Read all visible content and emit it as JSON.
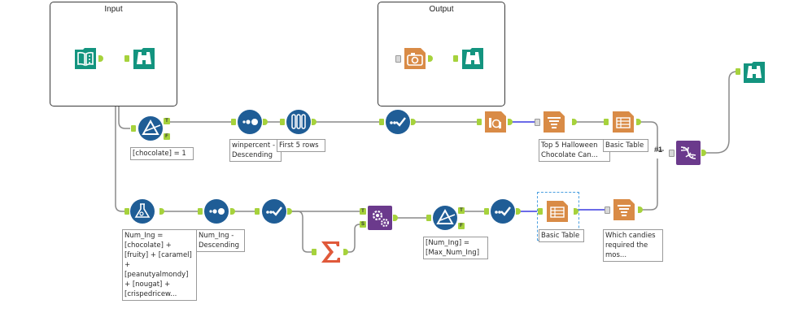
{
  "containers": {
    "input": {
      "title": "Input"
    },
    "output": {
      "title": "Output"
    }
  },
  "tools": {
    "input_data": {
      "type": "input-data",
      "color": "#13947f"
    },
    "browse_1": {
      "type": "browse",
      "color": "#13947f"
    },
    "filter_1": {
      "type": "filter",
      "color": "#1f5d96",
      "annotation": "[chocolate] = 1",
      "anchors": [
        "T",
        "F"
      ]
    },
    "sort_1": {
      "type": "sort",
      "color": "#1f5d96",
      "annotation": "winpercent -\nDescending"
    },
    "sample_1": {
      "type": "sample",
      "color": "#1f5d96",
      "annotation": "First 5 rows"
    },
    "select_1": {
      "type": "select",
      "color": "#1f5d96"
    },
    "image_1": {
      "type": "image",
      "color": "#d98b46"
    },
    "browse_2": {
      "type": "browse",
      "color": "#13947f"
    },
    "chart_1": {
      "type": "interactive-chart",
      "color": "#d98b46"
    },
    "text_1": {
      "type": "report-text",
      "color": "#d98b46",
      "annotation": "Top 5 Halloween\nChocolate Can..."
    },
    "table_1": {
      "type": "table",
      "color": "#d98b46",
      "annotation": "Basic Table"
    },
    "union_label": "#1",
    "layout_1": {
      "type": "layout",
      "color": "#6b3a8c"
    },
    "browse_3": {
      "type": "browse",
      "color": "#13947f"
    },
    "formula_1": {
      "type": "formula",
      "color": "#1f5d96",
      "annotation": "Num_Ing =\n[chocolate] +\n[fruity] + [caramel]\n+\n[peanutyalmondy]\n+ [nougat] +\n[crispedricew..."
    },
    "sort_2": {
      "type": "sort",
      "color": "#1f5d96",
      "annotation": "Num_Ing -\nDescending"
    },
    "select_2": {
      "type": "select",
      "color": "#1f5d96"
    },
    "summarize_1": {
      "type": "summarize",
      "color": "#e0593a"
    },
    "append_1": {
      "type": "append-fields",
      "color": "#6b3a8c",
      "anchors": [
        "T",
        "S"
      ]
    },
    "filter_2": {
      "type": "filter",
      "color": "#1f5d96",
      "annotation": "[Num_Ing] =\n[Max_Num_Ing]",
      "anchors": [
        "T",
        "F"
      ]
    },
    "select_3": {
      "type": "select",
      "color": "#1f5d96"
    },
    "table_2": {
      "type": "table",
      "color": "#d98b46",
      "annotation": "Basic Table",
      "selected": true
    },
    "text_2": {
      "type": "report-text",
      "color": "#d98b46",
      "annotation": "Which candies\nrequired the\nmos..."
    }
  },
  "colors": {
    "wire": "#8a8a8a",
    "report_wire": "#3a3ae0",
    "anchor": "#a6d23c",
    "selection": "#4a9fe0"
  }
}
